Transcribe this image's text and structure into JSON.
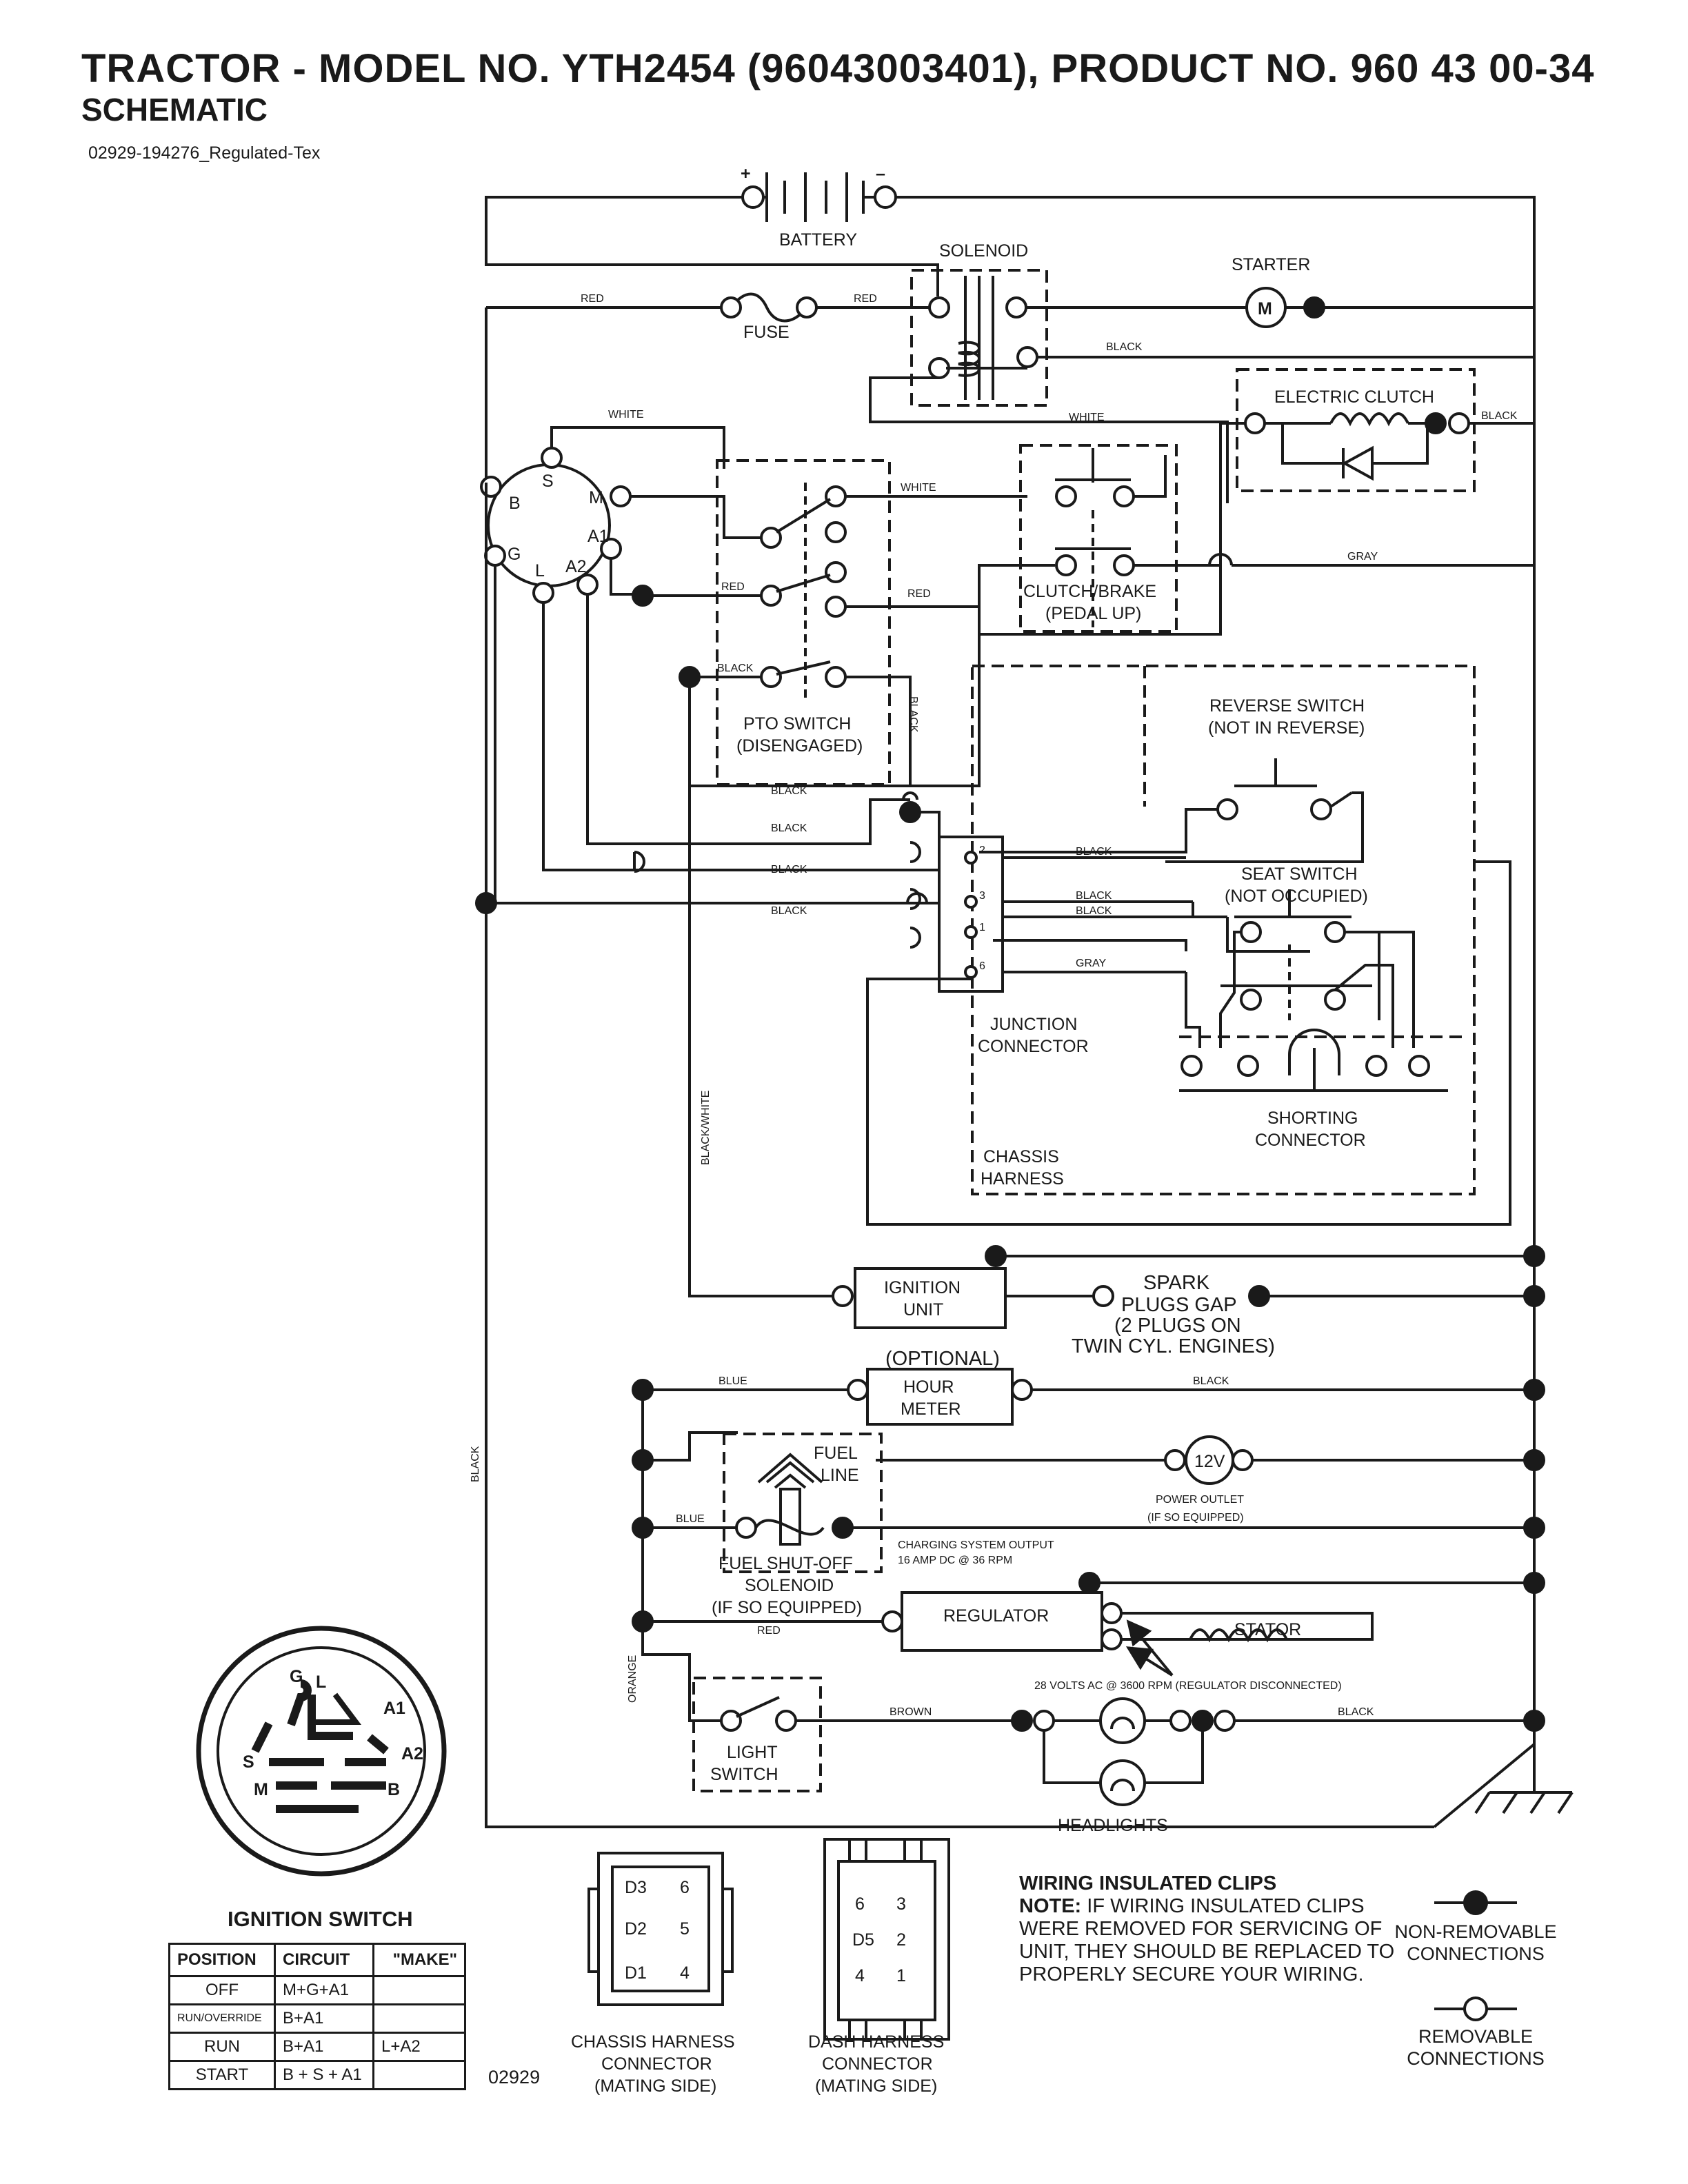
{
  "header": {
    "title": "TRACTOR - MODEL NO. YTH2454 (96043003401), PRODUCT NO. 960 43 00-34",
    "subtitle": "SCHEMATIC",
    "doc_id": "02929-194276_Regulated-Tex"
  },
  "components": {
    "battery": "BATTERY",
    "battery_pos": "+",
    "battery_neg": "–",
    "solenoid": "SOLENOID",
    "starter": "STARTER",
    "starter_symbol": "M",
    "fuse": "FUSE",
    "electric_clutch": "ELECTRIC CLUTCH",
    "pto_switch_1": "PTO SWITCH",
    "pto_switch_2": "(DISENGAGED)",
    "clutch_brake_1": "CLUTCH/BRAKE",
    "clutch_brake_2": "(PEDAL UP)",
    "reverse_switch_1": "REVERSE SWITCH",
    "reverse_switch_2": "(NOT IN REVERSE)",
    "seat_switch_1": "SEAT SWITCH",
    "seat_switch_2": "(NOT OCCUPIED)",
    "junction_1": "JUNCTION",
    "junction_2": "CONNECTOR",
    "shorting_1": "SHORTING",
    "shorting_2": "CONNECTOR",
    "chassis_1": "CHASSIS",
    "chassis_2": "HARNESS",
    "ignition_unit_1": "IGNITION",
    "ignition_unit_2": "UNIT",
    "spark_1": "SPARK",
    "spark_2": "PLUGS GAP",
    "spark_3": "(2 PLUGS ON",
    "spark_4": "TWIN CYL. ENGINES)",
    "optional": "(OPTIONAL)",
    "hour_meter_1": "HOUR",
    "hour_meter_2": "METER",
    "fuel_line_1": "FUEL",
    "fuel_line_2": "LINE",
    "power_outlet_symbol": "12V",
    "power_outlet_1": "POWER OUTLET",
    "power_outlet_2": "(IF SO EQUIPPED)",
    "fuel_solenoid_1": "FUEL SHUT-OFF",
    "fuel_solenoid_2": "SOLENOID",
    "fuel_solenoid_3": "(IF SO EQUIPPED)",
    "charging_1": "CHARGING SYSTEM OUTPUT",
    "charging_2": "16 AMP DC @ 36 RPM",
    "regulator": "REGULATOR",
    "stator": "STATOR",
    "stator_note": "28 VOLTS AC @ 3600 RPM (REGULATOR DISCONNECTED)",
    "light_switch_1": "LIGHT",
    "light_switch_2": "SWITCH",
    "headlights": "HEADLIGHTS",
    "junction_pins": [
      "2",
      "3",
      "1",
      "6"
    ],
    "ign_terminals": [
      "S",
      "M",
      "B",
      "A1",
      "G",
      "L",
      "A2"
    ]
  },
  "wires": {
    "red": "RED",
    "black": "BLACK",
    "white": "WHITE",
    "gray": "GRAY",
    "blue": "BLUE",
    "brown": "BROWN",
    "orange": "ORANGE",
    "black_white": "BLACK/WHITE"
  },
  "ignition_switch": {
    "title": "IGNITION SWITCH",
    "face_labels": [
      "G",
      "L",
      "A1",
      "S",
      "A2",
      "M",
      "B"
    ],
    "columns": [
      "POSITION",
      "CIRCUIT",
      "\"MAKE\""
    ],
    "rows": [
      {
        "position": "OFF",
        "circuit": "M+G+A1",
        "make": ""
      },
      {
        "position": "RUN/OVERRIDE",
        "circuit": "B+A1",
        "make": ""
      },
      {
        "position": "RUN",
        "circuit": "B+A1",
        "make": "L+A2"
      },
      {
        "position": "START",
        "circuit": "B + S + A1",
        "make": ""
      }
    ],
    "code": "02929"
  },
  "connectors": {
    "chassis": {
      "line1": "CHASSIS HARNESS",
      "line2": "CONNECTOR",
      "line3": "(MATING SIDE)",
      "pins": [
        "D3",
        "6",
        "D2",
        "5",
        "D1",
        "4"
      ]
    },
    "dash": {
      "line1": "DASH HARNESS",
      "line2": "CONNECTOR",
      "line3": "(MATING SIDE)",
      "pins": [
        "6",
        "3",
        "D5",
        "2",
        "4",
        "1"
      ]
    }
  },
  "note": {
    "heading": "WIRING INSULATED CLIPS",
    "label": "NOTE:",
    "text": "IF WIRING INSULATED CLIPS WERE REMOVED FOR SERVICING OF UNIT, THEY SHOULD BE REPLACED TO PROPERLY SECURE YOUR WIRING."
  },
  "legend": {
    "non_removable_1": "NON-REMOVABLE",
    "non_removable_2": "CONNECTIONS",
    "removable_1": "REMOVABLE",
    "removable_2": "CONNECTIONS"
  }
}
